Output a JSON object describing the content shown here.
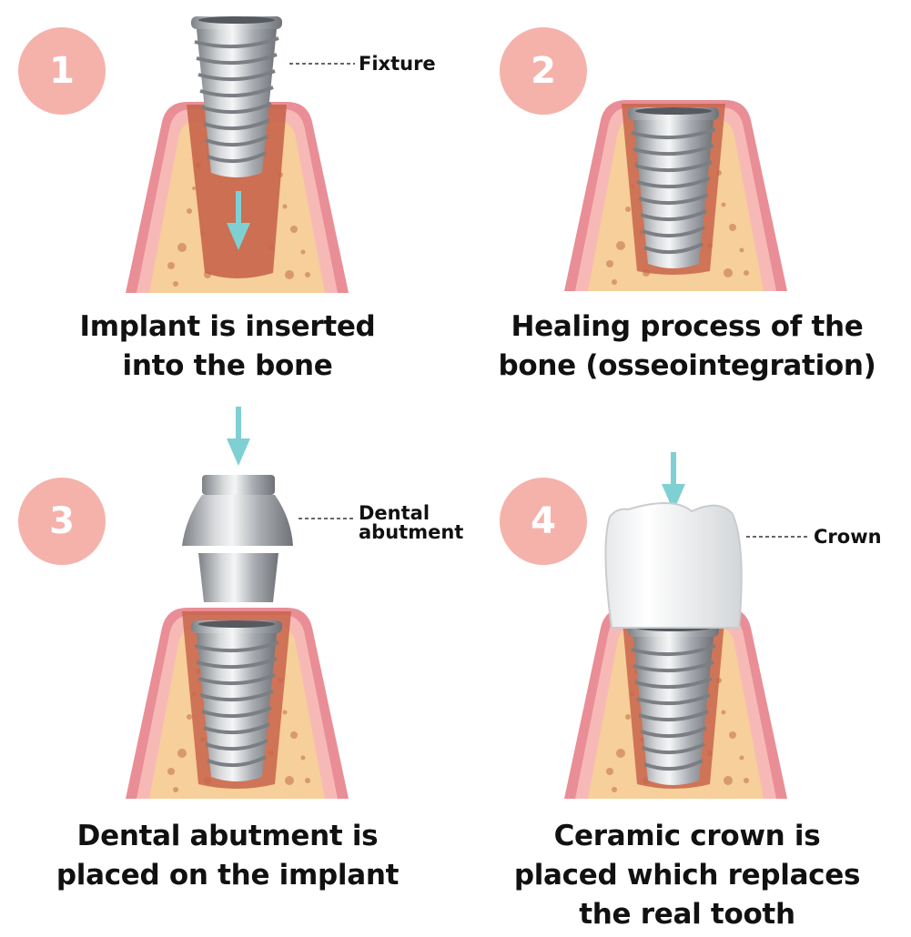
{
  "steps": [
    {
      "number": "1",
      "caption_line1": "Implant is inserted",
      "caption_line2": "into the bone",
      "label": "Fixture"
    },
    {
      "number": "2",
      "caption_line1": "Healing process of the",
      "caption_line2": "bone (osseointegration)"
    },
    {
      "number": "3",
      "caption_line1": "Dental abutment is",
      "caption_line2": "placed on the implant",
      "label_line1": "Dental",
      "label_line2": "abutment"
    },
    {
      "number": "4",
      "caption_line1": "Ceramic crown is",
      "caption_line2": "placed which replaces",
      "caption_line3": "the real tooth",
      "label": "Crown"
    }
  ],
  "colors": {
    "badge": "#f4b2ab",
    "gum": "#f0a3a6",
    "bone": "#f6cf9a",
    "socket": "#c8644a",
    "arrow": "#7fd0d3",
    "metal": "#b9bcc0"
  }
}
